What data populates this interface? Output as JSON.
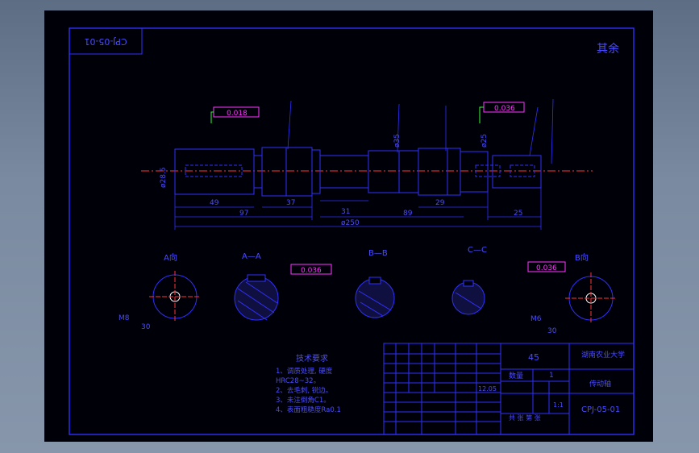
{
  "drawing_number_mirrored": "CPJ-05-01",
  "note_corner": "其余",
  "title_block": {
    "material": "45",
    "school": "湖南农业大学",
    "part_name": "传动轴",
    "drawing_number": "CPJ-05-01",
    "quantity_label": "数量",
    "quantity": "1",
    "date": "12.05",
    "scale": "1:1",
    "sheet_info": "共 张 第 张"
  },
  "tech_requirements": {
    "title": "技术要求",
    "items": [
      "1、调质处理, 硬度",
      "HRC28~32。",
      "2、去毛刺, 锐边。",
      "3、未注倒角C1。",
      "4、表面粗糙度Ra0.1"
    ]
  },
  "section_labels": {
    "view_a": "A向",
    "section_aa": "A—A",
    "section_bb": "B—B",
    "section_cc": "C—C",
    "view_b": "B向"
  },
  "dimensions": {
    "d_left": "ø28.5",
    "len_48": "49",
    "len_97": "97",
    "len_37": "37",
    "len_31": "31",
    "len_89": "89",
    "len_29": "29",
    "len_25": "25",
    "total": "ø250",
    "d_middle": "ø35",
    "d_right": "ø25",
    "thread_a": "M8",
    "thread_b": "M6",
    "depth_a": "30",
    "depth_b": "30",
    "tol_1": "0.018",
    "tol_2": "0.036",
    "tol_3": "0.036",
    "tol_4": "0.036"
  },
  "colors": {
    "line": "#2f2fff",
    "green": "#33ff33",
    "magenta": "#ff33ff",
    "white": "#ffffff",
    "red": "#ff3333"
  }
}
